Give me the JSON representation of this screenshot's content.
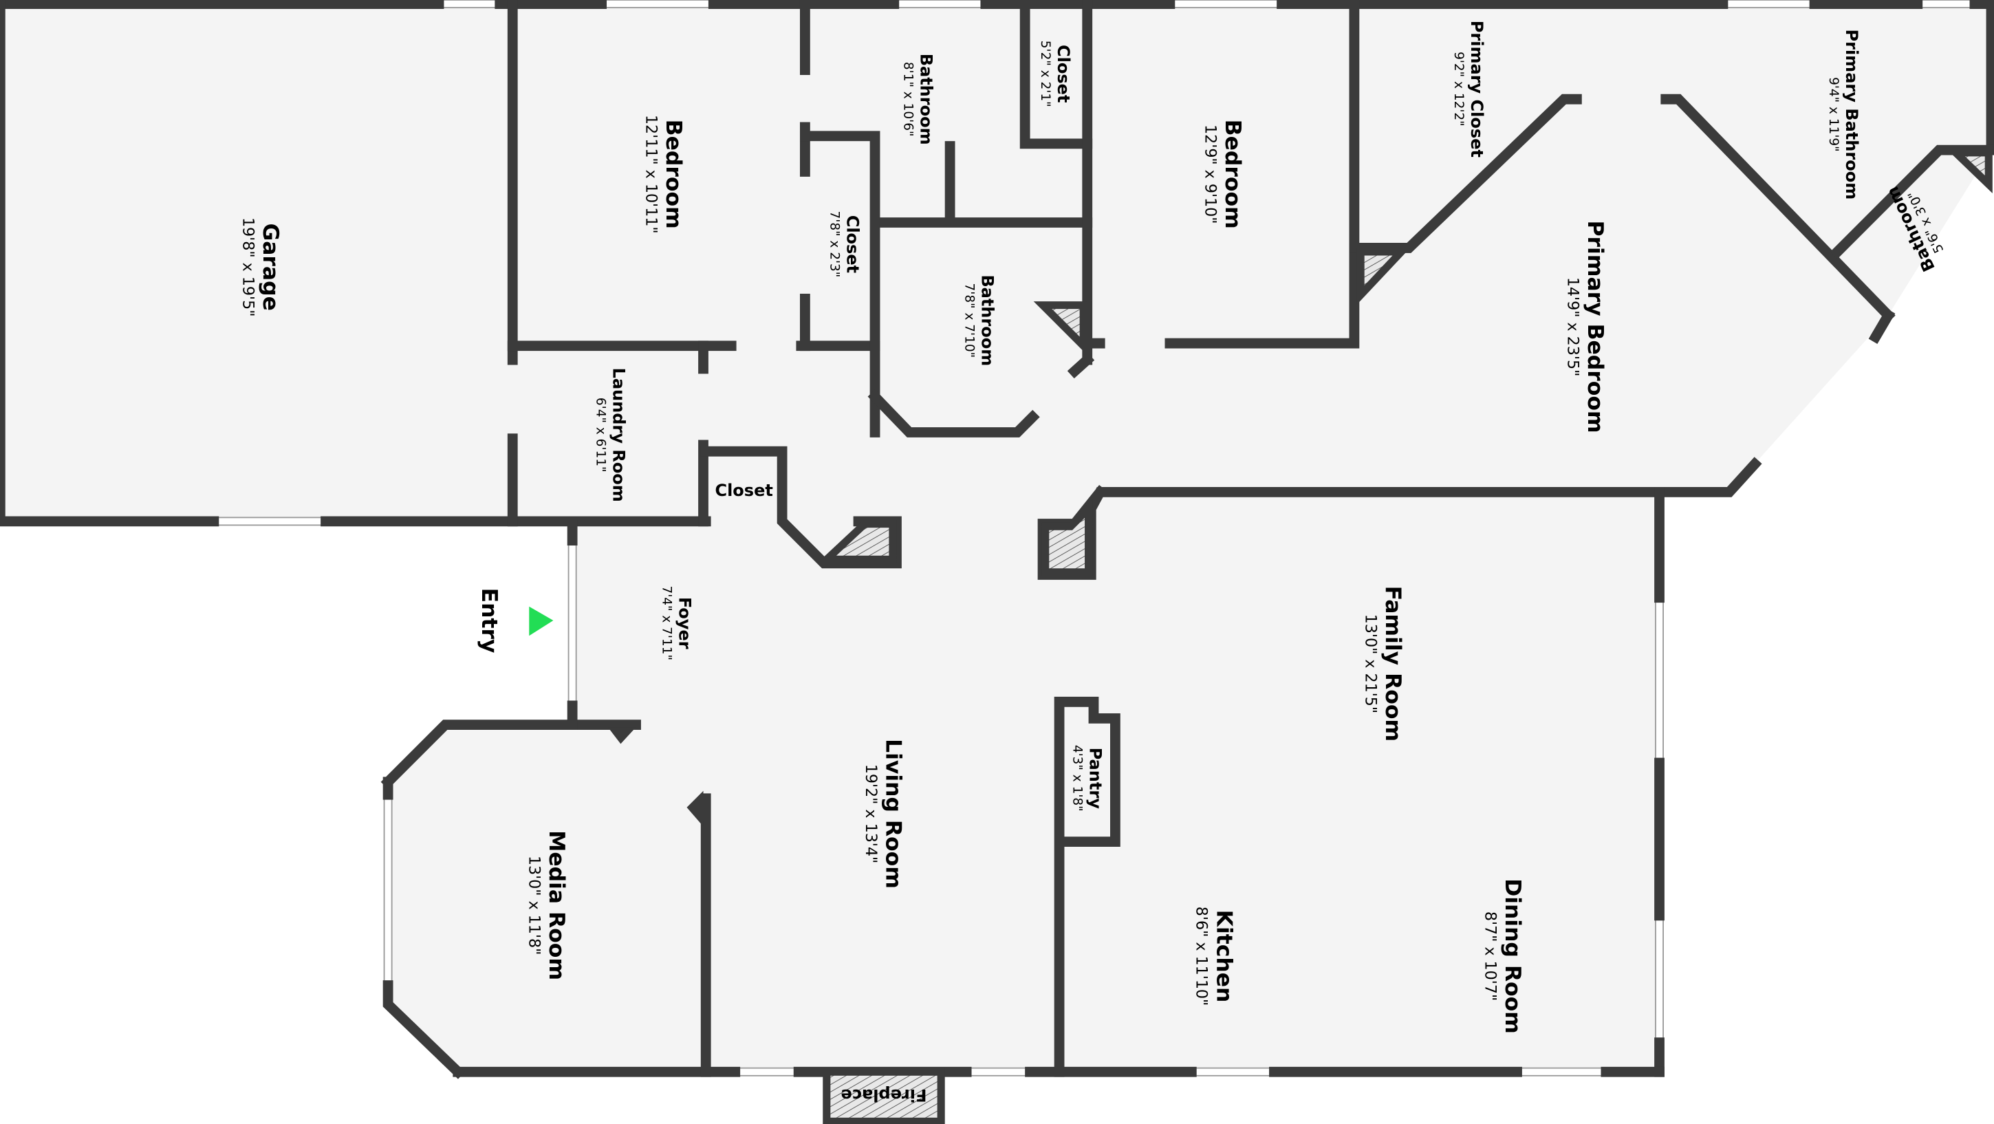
{
  "rooms": {
    "garage": {
      "name": "Garage",
      "dims": "19'8\" x 19'5\""
    },
    "bedroom1": {
      "name": "Bedroom",
      "dims": "12'11\" x 10'11\""
    },
    "bathroom1": {
      "name": "Bathroom",
      "dims": "8'1\" x 10'6\""
    },
    "closet1": {
      "name": "Closet",
      "dims": "5'2\" x 2'1\""
    },
    "closet2": {
      "name": "Closet",
      "dims": "7'8\" x 2'3\""
    },
    "bathroom2": {
      "name": "Bathroom",
      "dims": "7'8\" x 7'10\""
    },
    "bedroom2": {
      "name": "Bedroom",
      "dims": "12'9\" x 9'10\""
    },
    "primary_closet": {
      "name": "Primary Closet",
      "dims": "9'2\" x 12'2\""
    },
    "primary_bathroom": {
      "name": "Primary Bathroom",
      "dims": "9'4\" x 11'9\""
    },
    "bathroom3": {
      "name": "Bathroom",
      "dims": "5'6\" x 3'0\""
    },
    "primary_bedroom": {
      "name": "Primary Bedroom",
      "dims": "14'9\" x 23'5\""
    },
    "laundry": {
      "name": "Laundry Room",
      "dims": "6'4\" x 6'11\""
    },
    "closet3": {
      "name": "Closet"
    },
    "foyer": {
      "name": "Foyer",
      "dims": "7'4\" x 7'11\""
    },
    "family_room": {
      "name": "Family Room",
      "dims": "13'0\" x 21'5\""
    },
    "pantry": {
      "name": "Pantry",
      "dims": "4'3\" x 1'8\""
    },
    "living_room": {
      "name": "Living Room",
      "dims": "19'2\" x 13'4\""
    },
    "media_room": {
      "name": "Media Room",
      "dims": "13'0\" x 11'8\""
    },
    "kitchen": {
      "name": "Kitchen",
      "dims": "8'6\" x 11'10\""
    },
    "dining_room": {
      "name": "Dining Room",
      "dims": "8'7\" x 10'7\""
    },
    "fireplace": {
      "name": "Fireplace"
    }
  },
  "entry": {
    "label": "Entry",
    "marker_color": "#22dd55"
  },
  "colors": {
    "wall": "#3b3b3b",
    "floor": "#f4f4f4"
  }
}
